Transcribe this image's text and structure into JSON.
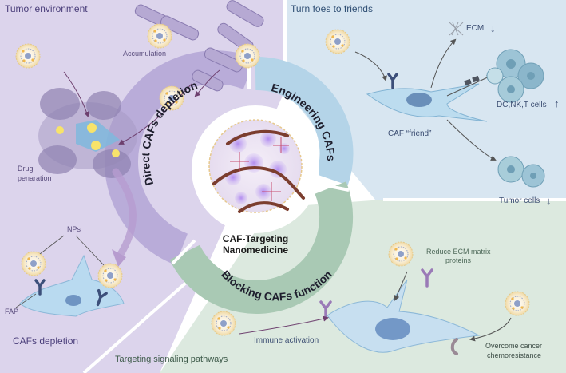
{
  "center": {
    "title_line1": "CAF-Targeting",
    "title_line2": "Nanomedicine"
  },
  "ring": {
    "left": "Direct CAFs depletion",
    "right": "Engineering CAFs",
    "bottom": "Blocking CAFs function"
  },
  "top_left": {
    "title": "Tumor environment",
    "accumulation": "Accumulation",
    "drug_line1": "Drug",
    "drug_line2": "penaration",
    "nps": "NPs",
    "fap": "FAP",
    "footer": "CAFs depletion"
  },
  "top_right": {
    "title": "Turn foes to friends",
    "ecm": "ECM",
    "ecm_arrow": "↓",
    "caf_friend": "CAF “friend”",
    "immune_cells": "DC,NK,T cells",
    "immune_arrow": "↑",
    "tumor_cells": "Tumor cells",
    "tumor_arrow": "↓"
  },
  "bottom": {
    "reduce_line1": "Reduce ECM matrix",
    "reduce_line2": "proteins",
    "immune_activation": "Immune activation",
    "overcome_line1": "Overcome cancer",
    "overcome_line2": "chemoresistance",
    "footer": "Targeting signaling pathways"
  },
  "colors": {
    "left_panel": "#dcd4ec",
    "right_panel": "#d8e6f1",
    "bottom_panel": "#dce9df",
    "left_ring": "#b9acd9",
    "right_ring": "#b4d4e8",
    "bottom_ring": "#a9c9b4"
  }
}
